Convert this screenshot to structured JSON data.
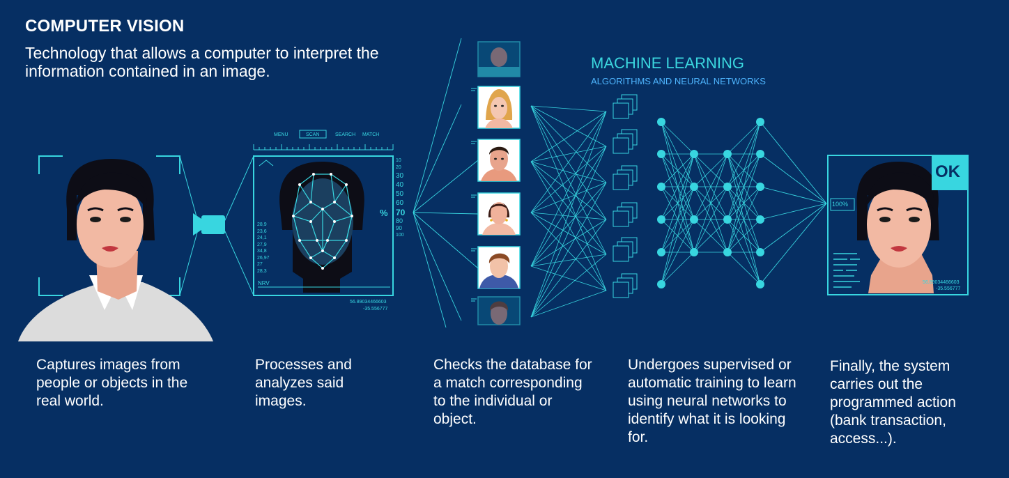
{
  "header": {
    "title": "COMPUTER VISION",
    "subtitle": "Technology that allows a computer to interpret the information contained in an image."
  },
  "machine_learning": {
    "title": "MACHINE LEARNING",
    "subtitle": "ALGORITHMS AND NEURAL NETWORKS"
  },
  "scan_panel": {
    "menu_items": [
      "MENU",
      "SCAN",
      "SEARCH",
      "MATCH"
    ],
    "scale_values": [
      "10",
      "20",
      "30",
      "40",
      "50",
      "60",
      "70",
      "80",
      "90",
      "100"
    ],
    "percent_sign": "%",
    "side_values": [
      "28,9",
      "23,6",
      "24,1",
      "27,9",
      "34,8",
      "26,97",
      "27",
      "28,3"
    ],
    "side_label": "NRV",
    "coord1": "56.89034466603",
    "coord2": "-35.556777"
  },
  "result_panel": {
    "ok_label": "OK",
    "percent_label": "100%",
    "coord1": "56.89034466603",
    "coord2": "-35.556777"
  },
  "steps": [
    {
      "caption": "Captures images from people or objects in the real world."
    },
    {
      "caption": "Processes and analyzes said images."
    },
    {
      "caption": "Checks the database for a match corresponding to the individual or object."
    },
    {
      "caption": "Undergoes supervised or automatic training to learn using neural networks to identify what it is looking for."
    },
    {
      "caption": "Finally, the system carries out the programmed action (bank transaction, access...)."
    }
  ],
  "colors": {
    "background": "#062f63",
    "accent": "#38d6e0",
    "heading": "#ffffff",
    "ml_subtitle": "#4fb6ff"
  }
}
